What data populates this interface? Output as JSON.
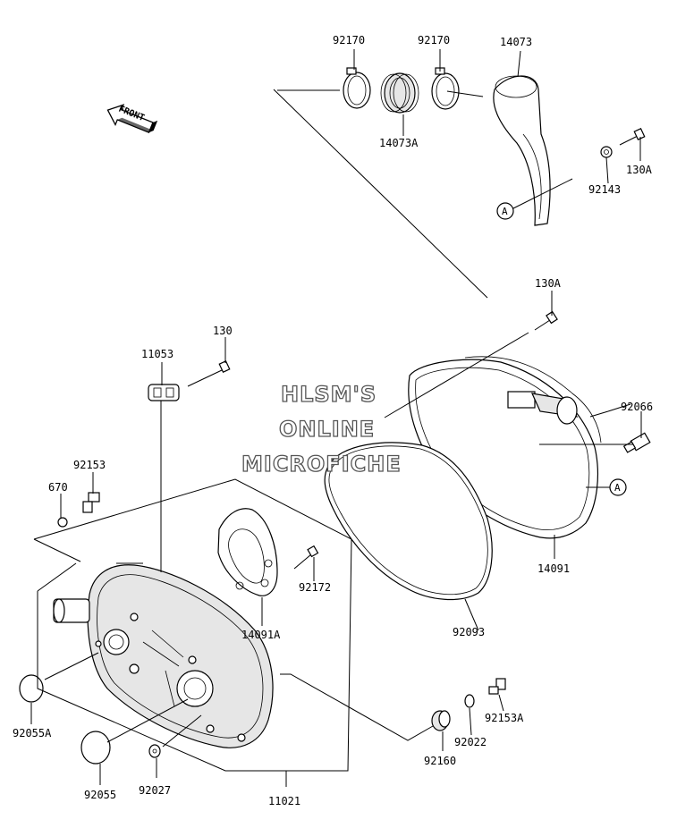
{
  "watermark": {
    "line1": "HLSM'S",
    "line2": "ONLINE",
    "line3": "MICROFICHE"
  },
  "front_label": "FRONT",
  "reference_marks": [
    "A",
    "A"
  ],
  "part_labels": [
    {
      "id": "p-92170-left",
      "text": "92170"
    },
    {
      "id": "p-92170-right",
      "text": "92170"
    },
    {
      "id": "p-14073",
      "text": "14073"
    },
    {
      "id": "p-14073A",
      "text": "14073A"
    },
    {
      "id": "p-130A-top",
      "text": "130A"
    },
    {
      "id": "p-92143",
      "text": "92143"
    },
    {
      "id": "p-130A-mid",
      "text": "130A"
    },
    {
      "id": "p-130",
      "text": "130"
    },
    {
      "id": "p-11053",
      "text": "11053"
    },
    {
      "id": "p-92066",
      "text": "92066"
    },
    {
      "id": "p-92153",
      "text": "92153"
    },
    {
      "id": "p-670",
      "text": "670"
    },
    {
      "id": "p-92172",
      "text": "92172"
    },
    {
      "id": "p-14091",
      "text": "14091"
    },
    {
      "id": "p-14091A",
      "text": "14091A"
    },
    {
      "id": "p-92093",
      "text": "92093"
    },
    {
      "id": "p-92055A",
      "text": "92055A"
    },
    {
      "id": "p-92022",
      "text": "92022"
    },
    {
      "id": "p-92153A",
      "text": "92153A"
    },
    {
      "id": "p-92160",
      "text": "92160"
    },
    {
      "id": "p-92055",
      "text": "92055"
    },
    {
      "id": "p-92027",
      "text": "92027"
    },
    {
      "id": "p-11021",
      "text": "11021"
    }
  ]
}
